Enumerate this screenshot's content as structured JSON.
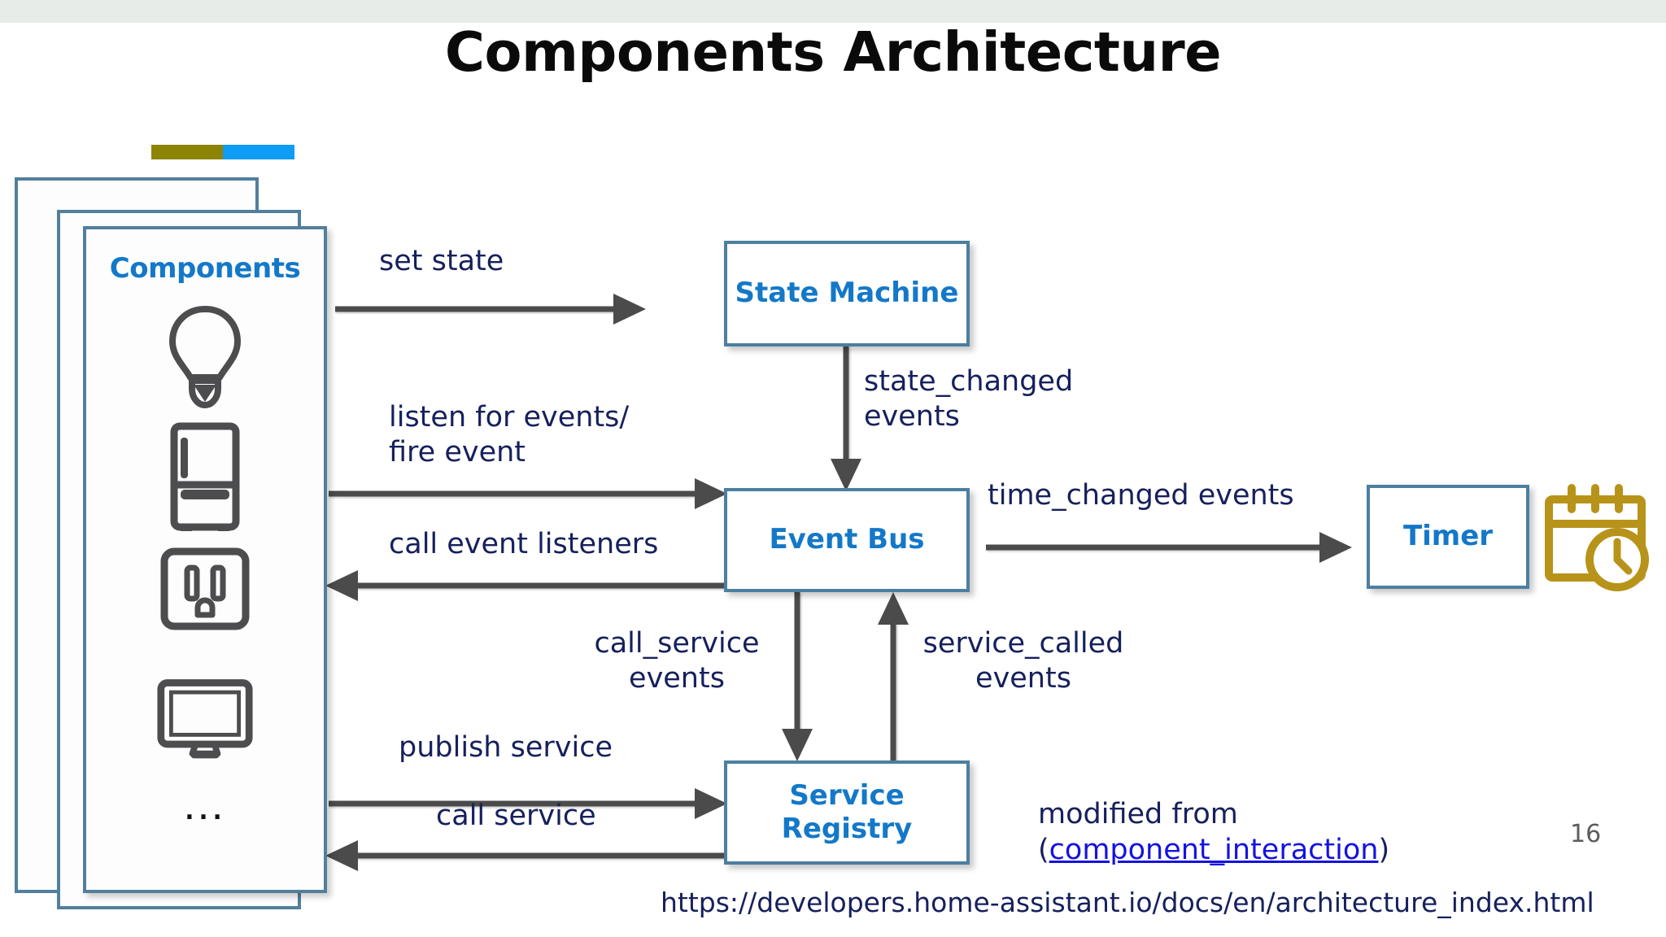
{
  "slide": {
    "title": "Components Architecture",
    "page_number": "16",
    "accent_bar": {
      "left_color": "#8d8403",
      "right_color": "#0e9cf5"
    },
    "band_color": "#e7ece8"
  },
  "components_card": {
    "title": "Components",
    "icons": [
      {
        "name": "lightbulb-icon",
        "label": "light bulb"
      },
      {
        "name": "refrigerator-icon",
        "label": "refrigerator"
      },
      {
        "name": "power-outlet-icon",
        "label": "power outlet"
      },
      {
        "name": "monitor-icon",
        "label": "computer monitor"
      }
    ],
    "more_indicator": "…"
  },
  "boxes": {
    "state_machine": "State Machine",
    "event_bus": "Event Bus",
    "service_registry": "Service\nRegistry",
    "timer": "Timer"
  },
  "icons": {
    "calendar_clock": {
      "name": "calendar-clock-icon",
      "color": "#b8931a"
    }
  },
  "arrows": [
    {
      "id": "set-state",
      "label": "set state",
      "direction": "right"
    },
    {
      "id": "state-changed",
      "label": "state_changed\nevents",
      "direction": "down"
    },
    {
      "id": "listen-fire",
      "label": "listen for events/\nfire event",
      "direction": "right"
    },
    {
      "id": "call-event-listeners",
      "label": "call event listeners",
      "direction": "left"
    },
    {
      "id": "time-changed",
      "label": "time_changed events",
      "direction": "right"
    },
    {
      "id": "call-service",
      "label": "call_service\nevents",
      "direction": "down"
    },
    {
      "id": "service-called",
      "label": "service_called\nevents",
      "direction": "up"
    },
    {
      "id": "publish-service",
      "label": "publish service",
      "direction": "right"
    },
    {
      "id": "call-service-left",
      "label": "call service",
      "direction": "left"
    }
  ],
  "credit": {
    "prefix": "modified from",
    "paren_open": "(",
    "link_text": "component_interaction",
    "paren_close": ")"
  },
  "source_url": "https://developers.home-assistant.io/docs/en/architecture_index.html",
  "colors": {
    "box_border": "#4c7fa0",
    "box_text": "#1478c8",
    "label_text": "#16205c",
    "arrow": "#4b4b4b",
    "link": "#1412e0"
  }
}
